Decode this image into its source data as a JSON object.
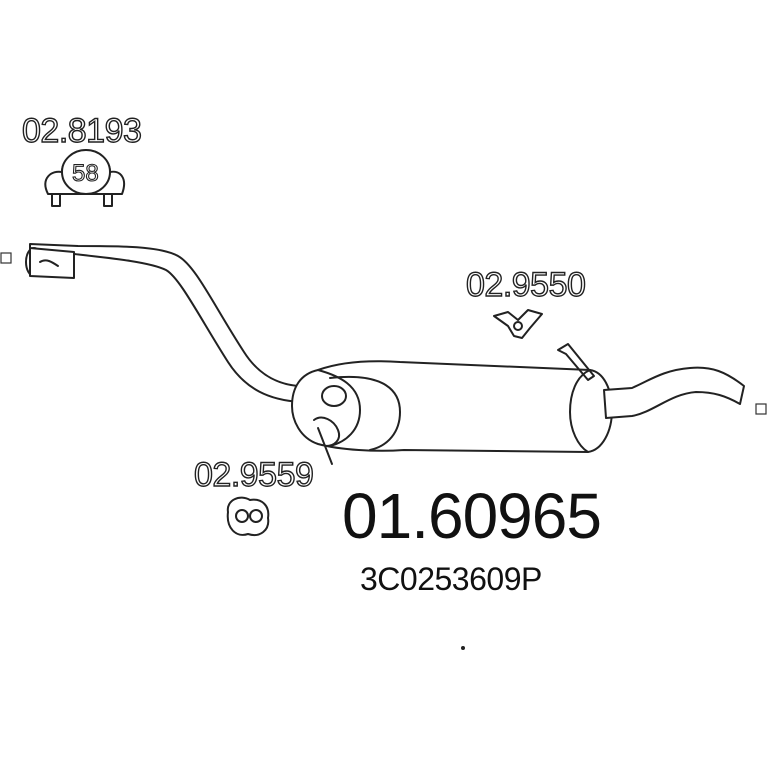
{
  "labels": {
    "clamp_part": "02.8193",
    "clamp_size": "58",
    "hanger_part": "02.9550",
    "rubber_part": "02.9559",
    "main_part": "01.60965",
    "oem_number": "3C0253609P"
  }
}
